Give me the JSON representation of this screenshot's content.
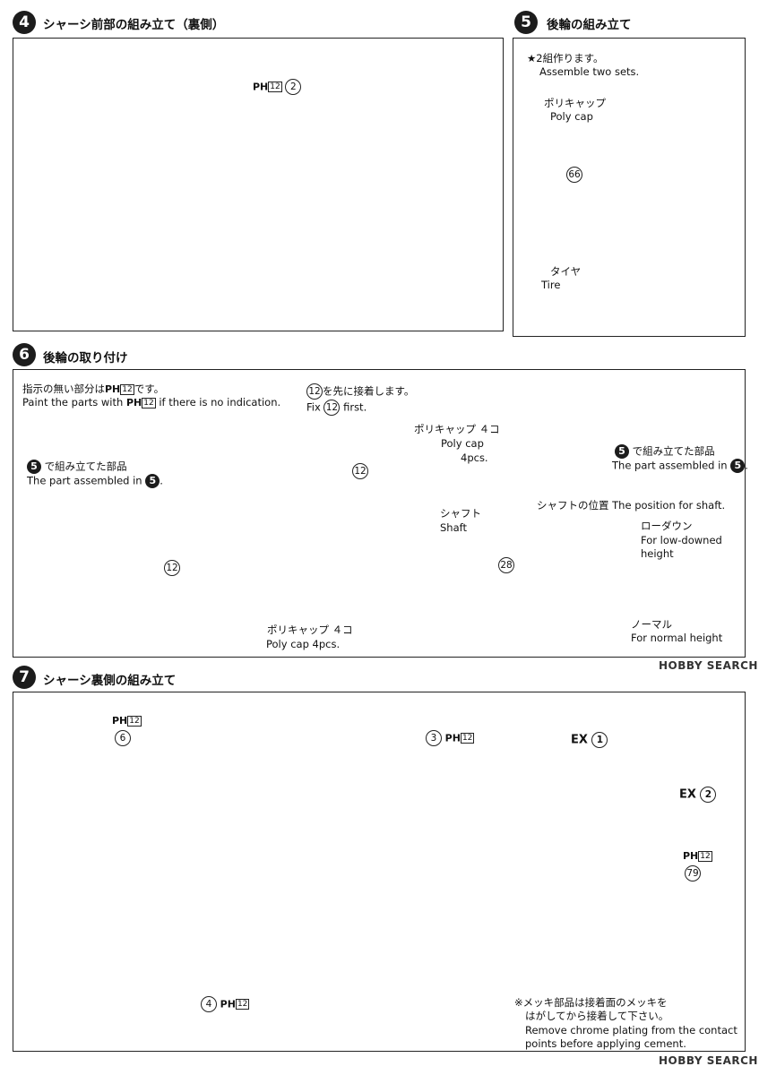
{
  "step4": {
    "number": "4",
    "title": "シャーシ前部の組み立て（裏側）",
    "part_ph": "PH",
    "part_ph_box": "12",
    "part_num": "2"
  },
  "step5": {
    "number": "5",
    "title": "後輪の組み立て",
    "note_jp": "★2組作ります。",
    "note_en": "Assemble two sets.",
    "polycap_jp": "ポリキャップ",
    "polycap_en": "Poly cap",
    "wheel_num": "66",
    "tire_jp": "タイヤ",
    "tire_en": "Tire"
  },
  "step6": {
    "number": "6",
    "title": "後輪の取り付け",
    "note_jp_pre": "指示の無い部分は",
    "note_jp_ph": "PH",
    "note_jp_box": "12",
    "note_jp_post": "です。",
    "note_en_pre": "Paint the parts with",
    "note_en_ph": "PH",
    "note_en_box": "12",
    "note_en_post": "if there is no indication.",
    "fix_num": "12",
    "fix_jp": "を先に接着します。",
    "fix_en_pre": "Fix",
    "fix_en_post": "first.",
    "part12a": "12",
    "part12b": "12",
    "assembled_num_left": "5",
    "assembled_jp_left": "で組み立てた部品",
    "assembled_en_left": "The part assembled in",
    "assembled_num_right": "5",
    "assembled_jp_right": "で組み立てた部品",
    "assembled_en_right": "The part assembled in",
    "polycap4_jp": "ポリキャップ ４コ",
    "polycap4_en": "Poly cap",
    "polycap4_pcs": "4pcs.",
    "polycap4b_jp": "ポリキャップ ４コ",
    "polycap4b_en": "Poly cap 4pcs.",
    "shaft_jp": "シャフト",
    "shaft_en": "Shaft",
    "shaft_num": "28",
    "shaft_pos": "シャフトの位置 The position for shaft.",
    "lowdown_jp": "ローダウン",
    "lowdown_en1": "For low-downed",
    "lowdown_en2": "height",
    "normal_jp": "ノーマル",
    "normal_en": "For normal height"
  },
  "step7": {
    "number": "7",
    "title": "シャーシ裏側の組み立て",
    "ph1": "PH",
    "ph1_box": "12",
    "part6": "6",
    "part3": "3",
    "ph3": "PH",
    "ph3_box": "12",
    "ex1_label": "EX",
    "ex1_num": "1",
    "ex2_label": "EX",
    "ex2_num": "2",
    "ph79": "PH",
    "ph79_box": "12",
    "part79": "79",
    "part4": "4",
    "ph4": "PH",
    "ph4_box": "12",
    "chrome_jp1": "※メッキ部品は接着面のメッキを",
    "chrome_jp2": "はがしてから接着して下さい。",
    "chrome_en1": "Remove chrome plating from the contact",
    "chrome_en2": "points before applying cement."
  },
  "watermark1": "HOBBY SEARCH",
  "watermark2": "HOBBY SEARCH"
}
